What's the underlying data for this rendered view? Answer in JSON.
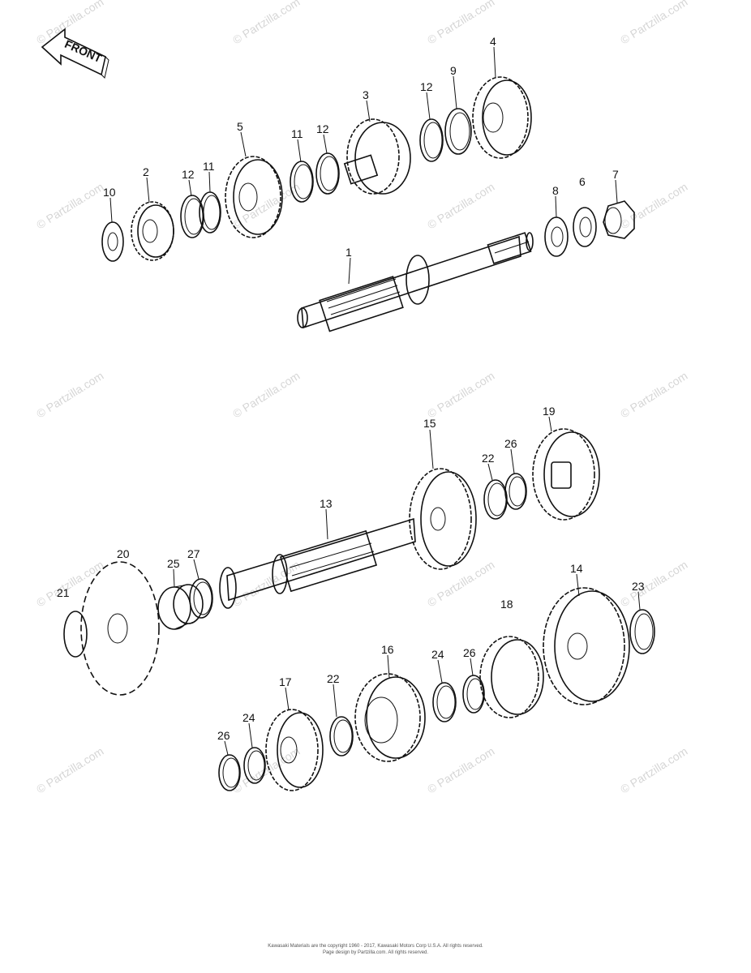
{
  "watermark": "© Partzilla.com",
  "front_label": "FRONT",
  "part_labels": {
    "p1": "1",
    "p2": "2",
    "p3": "3",
    "p4": "4",
    "p5": "5",
    "p6": "6",
    "p7": "7",
    "p8": "8",
    "p9": "9",
    "p10": "10",
    "p11a": "11",
    "p11b": "11",
    "p12a": "12",
    "p12b": "12",
    "p12c": "12",
    "p13": "13",
    "p14": "14",
    "p15": "15",
    "p16": "16",
    "p17": "17",
    "p18": "18",
    "p19": "19",
    "p20": "20",
    "p21": "21",
    "p22a": "22",
    "p22b": "22",
    "p23": "23",
    "p24a": "24",
    "p24b": "24",
    "p25": "25",
    "p26a": "26",
    "p26b": "26",
    "p26c": "26",
    "p27": "27"
  },
  "footer": {
    "line1": "Kawasaki Materials are the copyright 1960 - 2017, Kawasaki Motors Corp U.S.A. All rights reserved.",
    "line2": "Page design by Partzilla.com. All rights reserved."
  },
  "colors": {
    "ink": "#111111",
    "watermark": "#d6d6d6",
    "background": "#ffffff"
  }
}
